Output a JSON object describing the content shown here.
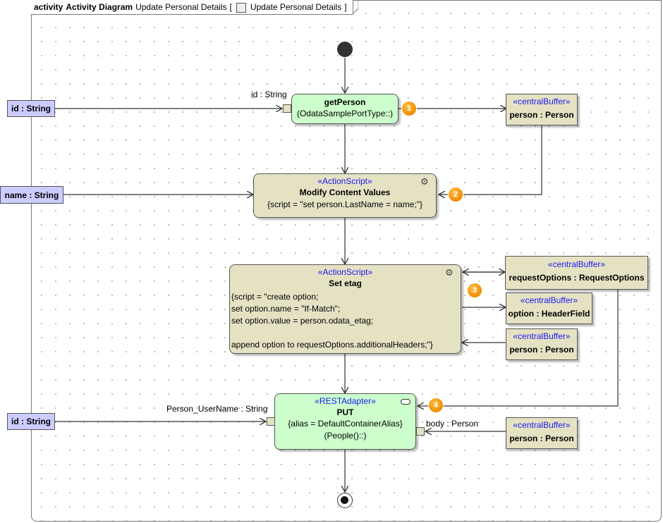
{
  "frame": {
    "kind": "activity",
    "title": "Activity Diagram",
    "name": "Update Personal Details",
    "bracket_open": "[",
    "link_name": "Update Personal Details",
    "bracket_close": "]"
  },
  "params": {
    "id1": "id : String",
    "name": "name : String",
    "id2": "id : String"
  },
  "actions": {
    "getPerson": {
      "name": "getPerson",
      "detail": "(OdataSamplePortType::)"
    },
    "modify": {
      "stereotype": "«ActionScript»",
      "name": "Modify Content Values",
      "script": "{script = \"set person.LastName = name;\"}"
    },
    "setEtag": {
      "stereotype": "«ActionScript»",
      "name": "Set etag",
      "line1": "{script = \"create option;",
      "line2": "set option.name = \"If-Match\";",
      "line3": "set option.value = person.odata_etag;",
      "line4": "",
      "line5": "append option to requestOptions.additionalHeaders;\"}"
    },
    "put": {
      "stereotype": "«RESTAdapter»",
      "name": "PUT",
      "alias": "{alias = DefaultContainerAlias}",
      "detail": "(People()::)"
    }
  },
  "buffers": {
    "b1": {
      "stereotype": "«centralBuffer»",
      "name": "person : Person"
    },
    "b2": {
      "stereotype": "«centralBuffer»",
      "name": "requestOptions : RequestOptions"
    },
    "b3": {
      "stereotype": "«centralBuffer»",
      "name": "option : HeaderField"
    },
    "b4": {
      "stereotype": "«centralBuffer»",
      "name": "person : Person"
    },
    "b5": {
      "stereotype": "«centralBuffer»",
      "name": "person : Person"
    }
  },
  "pin_labels": {
    "getPerson_id": "id : String",
    "put_username": "Person_UserName : String",
    "put_body": "body : Person"
  },
  "badges": [
    "1",
    "2",
    "3",
    "4"
  ],
  "icons": {
    "gear": "gear-icon",
    "diagram": "diagram-icon",
    "rest": "rest-adapter-icon"
  },
  "colors": {
    "action_green": "#ccffcc",
    "action_tan": "#e5e2c4",
    "parameter": "#ccccff",
    "stereotype": "#1a1af0",
    "badge": "#f08c00"
  }
}
